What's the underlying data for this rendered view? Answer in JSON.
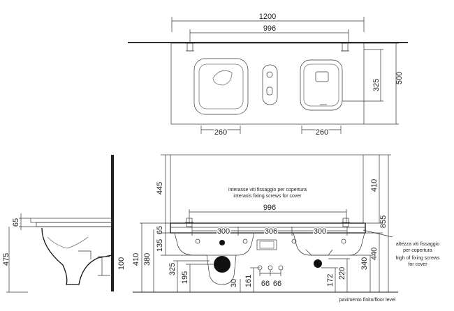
{
  "plan": {
    "dim_total_width": "1200",
    "dim_inner_width": "996",
    "dim_depth_325": "325",
    "dim_depth_500": "500",
    "dim_left_bowl": "260",
    "dim_right_bowl": "260"
  },
  "side": {
    "dim_65": "65",
    "dim_475": "475",
    "dim_100": "100"
  },
  "front": {
    "note_it": "interasse viti fissaggio per copertura",
    "note_en": "interaxis fixing screws for cover",
    "dim_996": "996",
    "dim_445": "445",
    "dim_410_top": "410",
    "dim_855": "855",
    "dim_300_left": "300",
    "dim_306": "306",
    "dim_300_right": "300",
    "dim_65": "65",
    "dim_135": "135",
    "dim_380": "380",
    "dim_410_left": "410",
    "dim_325": "325",
    "dim_195": "195",
    "dim_30": "30",
    "dim_161": "161",
    "dim_66_a": "66",
    "dim_66_b": "66",
    "dim_172": "172",
    "dim_220": "220",
    "dim_340": "340",
    "dim_440": "440",
    "screw_note_it_1": "altezza viti fissaggio",
    "screw_note_it_2": "per copertura",
    "screw_note_en_1": "high of fixing screws",
    "screw_note_en_2": "for cover",
    "floor_label": "pavimento finito/floor level"
  }
}
